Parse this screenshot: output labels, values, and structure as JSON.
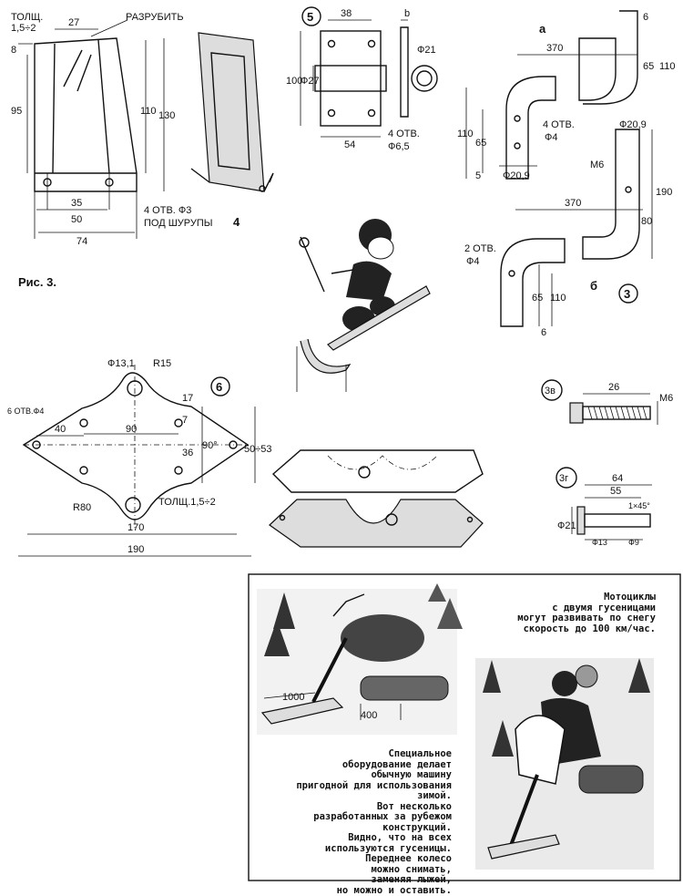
{
  "fig3": {
    "label": "Рис. 3.",
    "part4": {
      "thick_label": "ТОЛЩ.",
      "thick_value": "1,5÷2",
      "dim_27": "27",
      "break_label": "РАЗРУБИТЬ",
      "dim_8": "8",
      "dim_95": "95",
      "dim_110": "110",
      "dim_130": "130",
      "dim_35": "35",
      "dim_50": "50",
      "dim_74": "74",
      "holes_line1": "4 ОТВ. Ф3",
      "holes_line2": "ПОД ШУРУПЫ",
      "number": "4"
    },
    "part5": {
      "number": "5",
      "dim_38": "38",
      "dim_b": "b",
      "dim_d21": "Ф21",
      "dim_100": "100",
      "dim_d27": "Ф27",
      "dim_54": "54",
      "holes_line1": "4 ОТВ.",
      "holes_line2": "Ф6,5"
    },
    "part3": {
      "label_a": "а",
      "label_b": "б",
      "number": "3",
      "dim_370_top": "370",
      "dim_6": "6",
      "dim_65_top": "65",
      "dim_110_top": "110",
      "dim_110_left": "110",
      "dim_65_left": "65",
      "holes_a": "4 ОТВ.",
      "holes_a_d": "Ф4",
      "dim_5": "5",
      "dim_d209_a": "Ф20,9",
      "dim_d209_b": "Ф20,9",
      "thread": "М6",
      "dim_190": "190",
      "dim_80": "80",
      "dim_370_bot": "370",
      "holes_b": "2 ОТВ.",
      "holes_b_d": "Ф4",
      "dim_65_bot": "65",
      "dim_110_bot": "110",
      "dim_6_bot": "6"
    },
    "part6": {
      "number": "6",
      "dim_d131": "Ф13,1",
      "dim_r15": "R15",
      "holes": "6 ОТВ.Ф4",
      "dim_17": "17",
      "dim_7": "7",
      "dim_40": "40",
      "dim_90": "90",
      "dim_36": "36",
      "dim_angle": "90°",
      "dim_50_53": "50÷53",
      "dim_r80": "R80",
      "thick": "ТОЛЩ.1,5÷2",
      "dim_170": "170",
      "dim_190": "190"
    },
    "part3v": {
      "number": "3в",
      "dim_26": "26",
      "thread": "М6"
    },
    "part3g": {
      "number": "3г",
      "dim_64": "64",
      "dim_55": "55",
      "chamfer": "1×45°",
      "dim_d21": "Ф21",
      "dim_d13": "Ф13",
      "dim_d9": "Ф9"
    }
  },
  "photo": {
    "label_1000": "1000",
    "label_400": "400",
    "caption_top": [
      "Мотоциклы",
      "с двумя гусеницами",
      "могут развивать по снегу",
      "скорость до 100 км/час."
    ],
    "caption_bottom": [
      "Специальное",
      "оборудование делает",
      "обычную машину",
      "пригодной для использования зимой.",
      "Вот несколько",
      "разработанных за рубежом",
      "конструкций.",
      "Видно, что на всех",
      "используются гусеницы.",
      "Переднее колесо",
      "можно снимать,",
      "заменяя лыжей,",
      "но можно и оставить."
    ]
  }
}
